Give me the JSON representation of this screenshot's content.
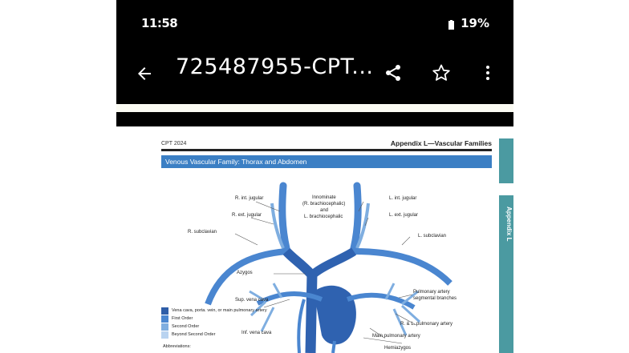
{
  "status_bar": {
    "time": "11:58",
    "battery": "19%",
    "battery_icon": "battery-icon"
  },
  "app_bar": {
    "title": "725487955-CPT...",
    "back_icon": "arrow-left-icon",
    "share_icon": "share-icon",
    "star_icon": "star-outline-icon",
    "more_icon": "more-vert-icon"
  },
  "document": {
    "header_left": "CPT 2024",
    "header_right": "Appendix L—Vascular Families",
    "banner": "Venous Vascular Family: Thorax and Abdomen",
    "side_tab": "Appendix L",
    "labels": {
      "r_int_jugular": "R. int. jugular",
      "r_ext_jugular": "R. ext. jugular",
      "r_subclavian": "R. subclavian",
      "innominate": "Innominate",
      "r_brachiocephalic": "(R. brachiocephalic)",
      "and": "and",
      "l_brachiocephalic": "L. brachiocephalic",
      "l_int_jugular": "L. int. jugular",
      "l_ext_jugular": "L. ext. jugular",
      "l_subclavian": "L. subclavian",
      "azygos": "Azygos",
      "sup_vena_cava": "Sup. vena cava",
      "inf_vena_cava": "Inf. vena cava",
      "pulmonary_artery": "Pulmonary artery",
      "segmental_branches": "segmental branches",
      "rl_pulmonary_artery": "R. & L. pulmonary artery",
      "main_pulmonary_artery": "Main pulmonary artery",
      "hemiazygos": "Hemiazygos"
    },
    "legend": [
      {
        "label": "Vena cava, porta. vein, or main pulmonary artery",
        "color": "#2f5ea8"
      },
      {
        "label": "First Order",
        "color": "#4a86d0"
      },
      {
        "label": "Second Order",
        "color": "#7faee0"
      },
      {
        "label": "Beyond Second Order",
        "color": "#b9d3f0"
      }
    ],
    "abbreviations_label": "Abbreviations:"
  },
  "colors": {
    "app_bar_bg": "#000000",
    "banner_bg": "#3b7fc4",
    "side_tab_bg": "#4b9aa1",
    "vessel_main": "#2f62b0"
  }
}
